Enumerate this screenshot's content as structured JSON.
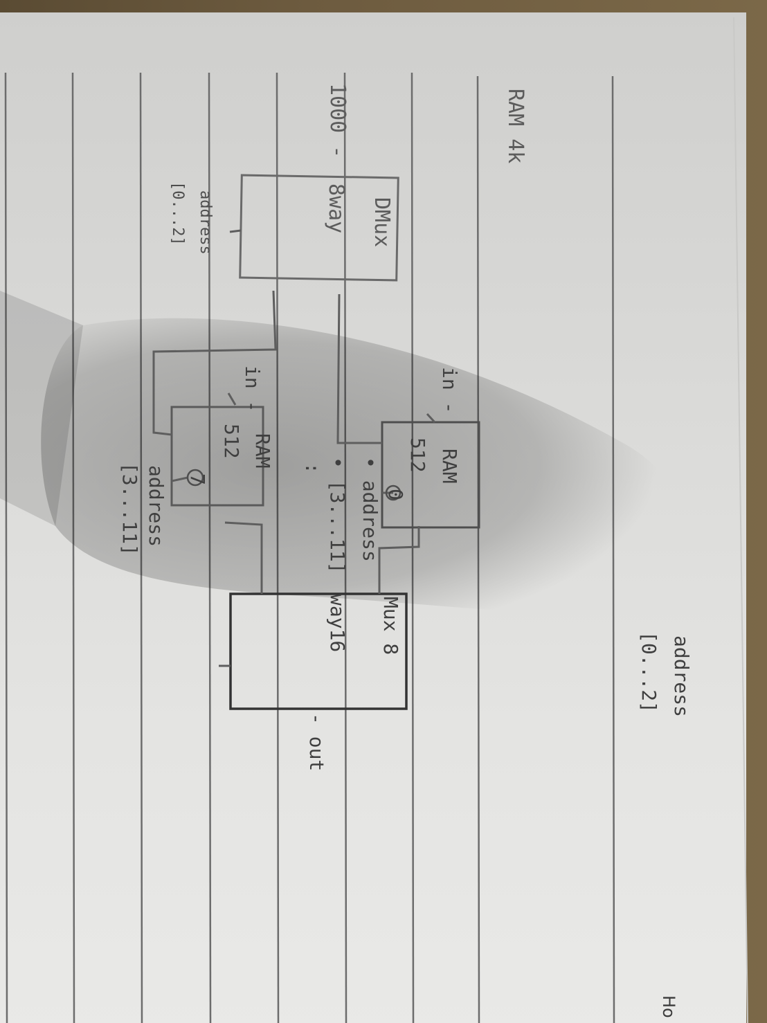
{
  "sheet": {
    "title": "RAM 4k",
    "corner_text": "Ho"
  },
  "dmux": {
    "name": "DMux",
    "subname": "8way",
    "input_label": "1000 -",
    "address_label": "address",
    "address_range": "[0...2]"
  },
  "ram_top": {
    "name": "RAM",
    "size": "512",
    "index": "0",
    "in_label": "in -",
    "address_label": "• address",
    "address_range": "• [3...11]",
    "dots": ":"
  },
  "ram_bottom": {
    "name": "RAM",
    "size": "512",
    "index": "7",
    "in_label": "in -",
    "address_label": "address",
    "address_range": "[3...11]"
  },
  "mux": {
    "name": "Mux 8",
    "subname": "way16",
    "out_label": "- out",
    "address_label": "address",
    "address_range": "[0...2]"
  }
}
